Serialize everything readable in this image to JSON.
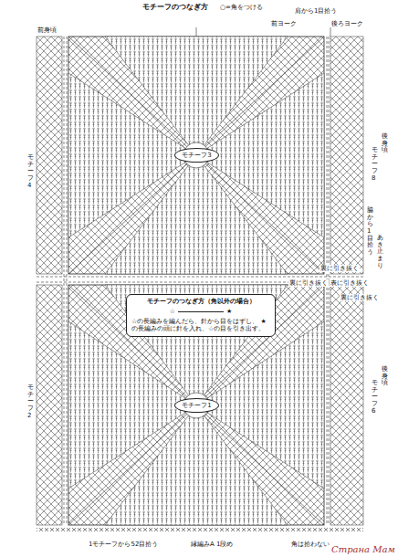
{
  "diagram": {
    "title": "モチーフのつなぎ方",
    "nodes": [
      {
        "text": [
          "モチーフのつなぎ方（角以外の場合）",
          "☆",
          "★",
          "☆の長編みを編んだら、針から目をはずし、 ★の長編みの頭に針を入れ、☆の目を引き出す。"
        ]
      },
      {
        "text": [
          "モチーフ3"
        ]
      },
      {
        "text": [
          "モチーフ1"
        ]
      }
    ],
    "labels": [
      "○=角をつける",
      "前身頃",
      "前ヨーク",
      "肩から1目拾う",
      "後ろヨーク",
      "モチーフ4",
      "後身頃",
      "モチーフ8",
      "脇から1目拾う",
      "あき止まり",
      "裏に引き抜く",
      "裏に引き抜く",
      "表に引き抜く",
      "裏に引き抜く",
      "モチーフ2",
      "後身頃",
      "モチーフ6",
      "1モチーフから52目拾う",
      "縁編みA 1段め",
      "角は拾わない",
      "Страна Мам"
    ]
  }
}
